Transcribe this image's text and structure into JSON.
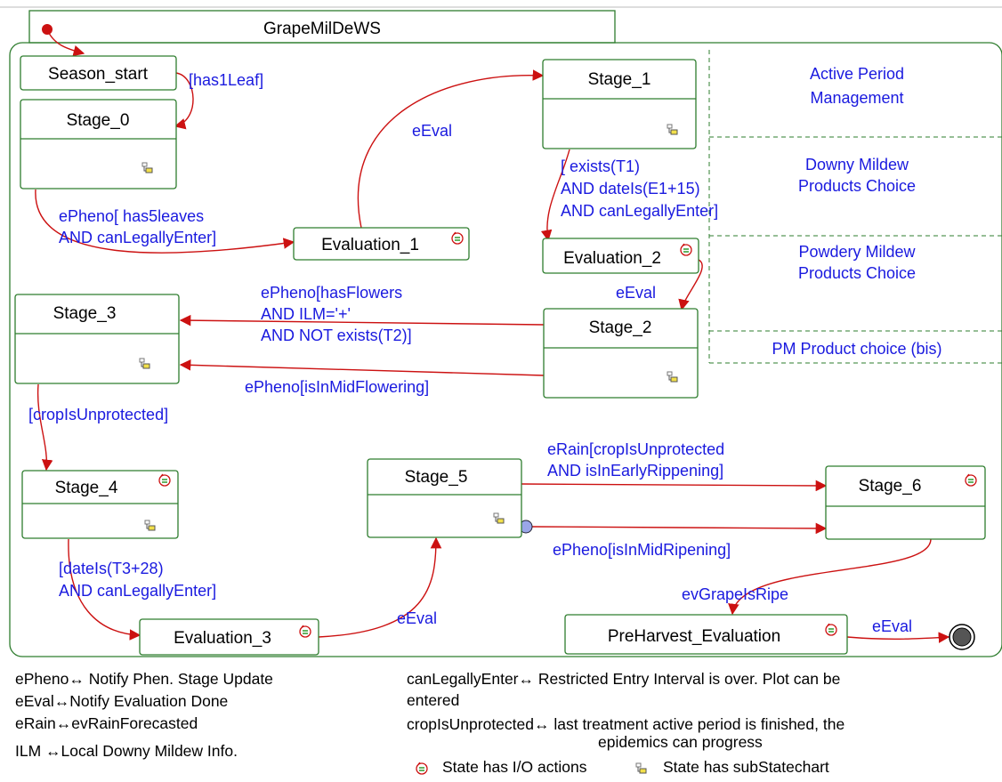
{
  "diagram": {
    "title": "GrapeMilDeWS",
    "states": {
      "season_start": "Season_start",
      "stage_0": "Stage_0",
      "stage_1": "Stage_1",
      "stage_2": "Stage_2",
      "stage_3": "Stage_3",
      "stage_4": "Stage_4",
      "stage_5": "Stage_5",
      "stage_6": "Stage_6",
      "evaluation_1": "Evaluation_1",
      "evaluation_2": "Evaluation_2",
      "evaluation_3": "Evaluation_3",
      "preharvest": "PreHarvest_Evaluation"
    },
    "regions": {
      "r1_line1": "Active Period",
      "r1_line2": "Management",
      "r2_line1": "Downy Mildew",
      "r2_line2": "Products Choice",
      "r3_line1": "Powdery Mildew",
      "r3_line2": "Products Choice",
      "r4": "PM Product choice (bis)"
    },
    "transitions": {
      "has1leaf": "[has1Leaf]",
      "eeval_1": "eEval",
      "e2_line1": "[ exists(T1)",
      "e2_line2": "AND dateIs(E1+15)",
      "e2_line3": "AND canLegallyEnter]",
      "s0_line1": "ePheno[ has5leaves",
      "s0_line2": "AND canLegallyEnter]",
      "eeval_2": "eEval",
      "flw_line1": "ePheno[hasFlowers",
      "flw_line2": "AND ILM='+'",
      "flw_line3": "AND NOT exists(T2)]",
      "midflower": "ePheno[isInMidFlowering]",
      "unprotected": "[cropIsUnprotected]",
      "rain_line1": "eRain[cropIsUnprotected",
      "rain_line2": "AND isInEarlyRippening]",
      "midripe": "ePheno[isInMidRipening]",
      "t3_line1": "[dateIs(T3+28)",
      "t3_line2": "AND canLegallyEnter]",
      "eeval_3": "eEval",
      "ripe": "evGrapeIsRipe",
      "eeval_4": "eEval"
    },
    "legend": {
      "epheno": "ePheno↔ Notify Phen. Stage Update",
      "eeval": "eEval↔Notify Evaluation Done",
      "erain": "eRain↔evRainForecasted",
      "ilm": "ILM ↔Local Downy Mildew Info.",
      "canlegally_line1": "canLegallyEnter↔ Restricted Entry Interval is over. Plot can be",
      "canlegally_line2": "entered",
      "unprot_line1": "cropIsUnprotected↔ last treatment active period is finished, the",
      "unprot_line2": "epidemics can progress",
      "io_actions": "State has I/O actions",
      "substatechart": "State has subStatechart"
    },
    "colors": {
      "state_border": "#2e7d2e",
      "transition": "#cc1111",
      "label": "#1a1adf"
    },
    "icons": [
      "io-actions-icon",
      "substatechart-icon",
      "initial-state-icon",
      "final-state-icon"
    ]
  }
}
